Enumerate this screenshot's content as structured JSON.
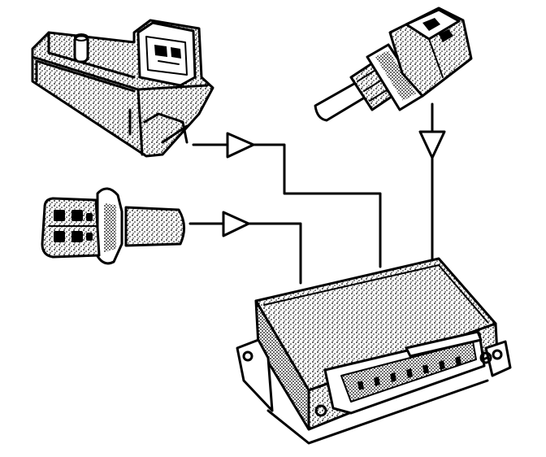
{
  "diagram": {
    "style": "black-and-white stippled line drawing",
    "ink_color": "#000000",
    "paper_color": "#ffffff",
    "components": [
      {
        "name": "map-sensor",
        "icon": "pressure-sensor-icon"
      },
      {
        "name": "speed-sensor",
        "icon": "cylindrical-sensor-icon"
      },
      {
        "name": "temperature-sensor",
        "icon": "temperature-sensor-icon"
      },
      {
        "name": "control-unit",
        "icon": "ecu-box-icon"
      }
    ],
    "connections": [
      {
        "from": "map-sensor",
        "to": "control-unit",
        "arrow": "right"
      },
      {
        "from": "speed-sensor",
        "to": "control-unit",
        "arrow": "right"
      },
      {
        "from": "temperature-sensor",
        "to": "control-unit",
        "arrow": "down"
      }
    ]
  }
}
